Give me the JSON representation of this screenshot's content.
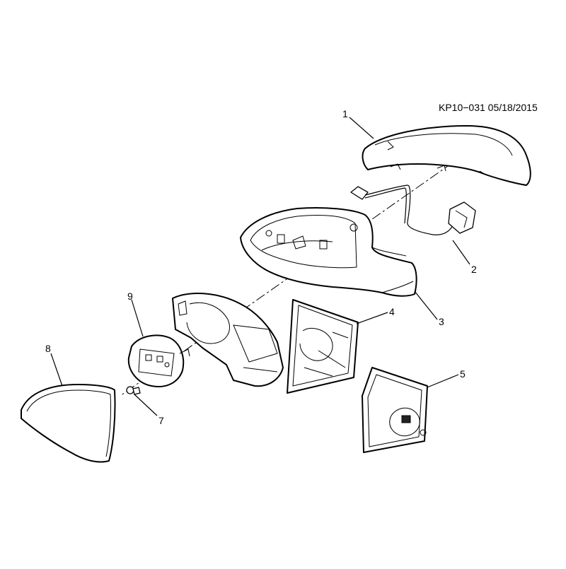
{
  "header": {
    "reference": "KP10−031  05/18/2015"
  },
  "callouts": [
    {
      "id": "callout-1",
      "label": "1"
    },
    {
      "id": "callout-2",
      "label": "2"
    },
    {
      "id": "callout-3",
      "label": "3"
    },
    {
      "id": "callout-4",
      "label": "4"
    },
    {
      "id": "callout-5",
      "label": "5"
    },
    {
      "id": "callout-6",
      "label": "7"
    },
    {
      "id": "callout-7",
      "label": "8"
    },
    {
      "id": "callout-8",
      "label": "9"
    }
  ]
}
